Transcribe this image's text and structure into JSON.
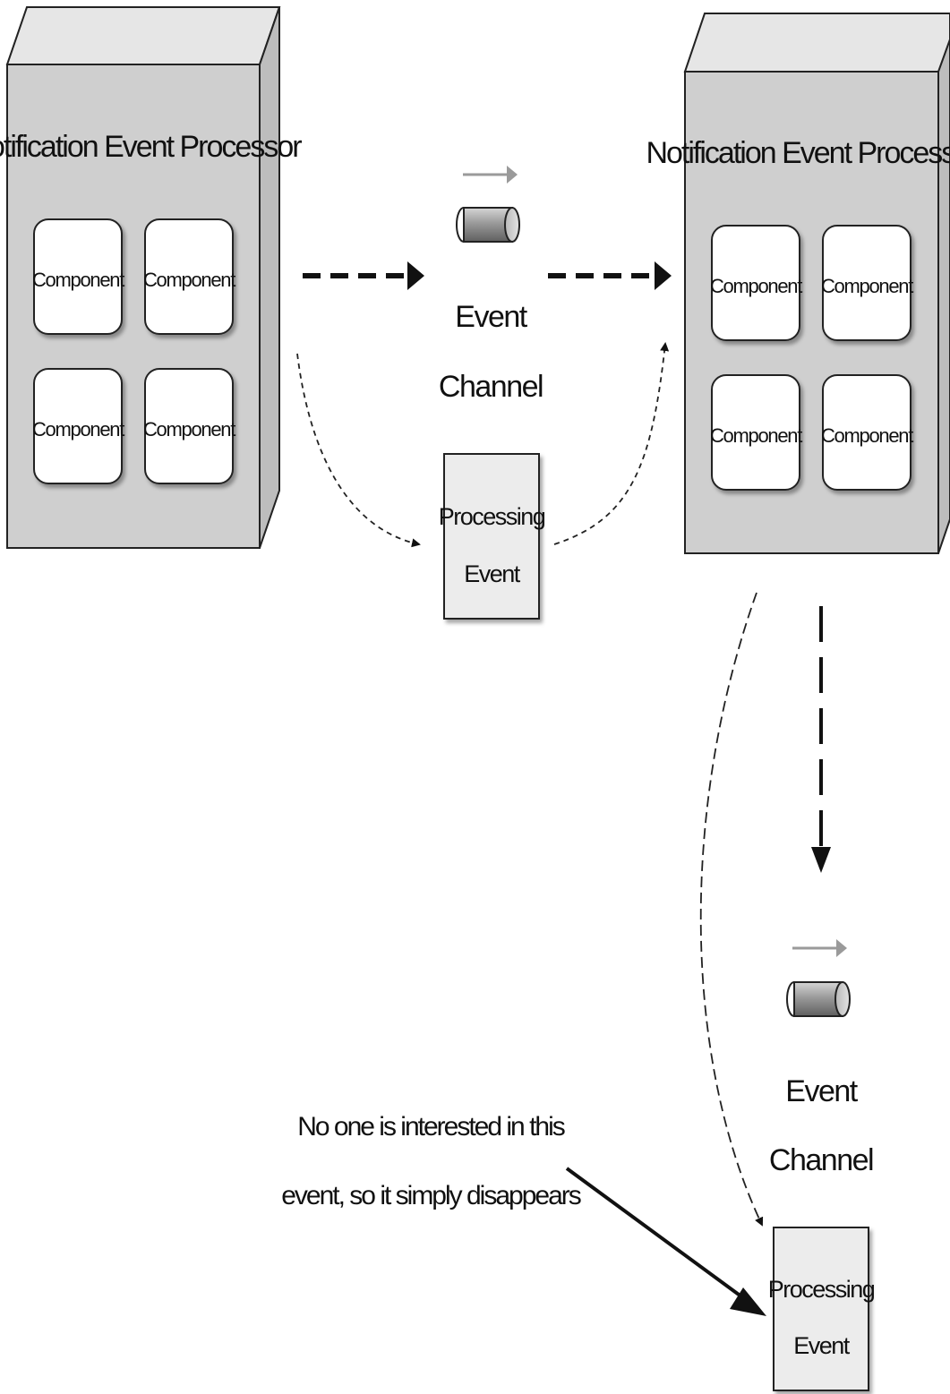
{
  "processors": [
    {
      "title": "Notification Event Processor",
      "components": [
        "Component",
        "Component",
        "Component",
        "Component"
      ]
    },
    {
      "title": "Notification Event Processor",
      "components": [
        "Component",
        "Component",
        "Component",
        "Component"
      ]
    }
  ],
  "channels": [
    {
      "line1": "Event",
      "line2": "Channel"
    },
    {
      "line1": "Event",
      "line2": "Channel"
    }
  ],
  "processing_events": [
    {
      "line1": "Processing",
      "line2": "Event"
    },
    {
      "line1": "Processing",
      "line2": "Event"
    }
  ],
  "annotation": {
    "line1": "No one is interested in this",
    "line2": "event, so it simply disappears"
  },
  "colors": {
    "processor_fill": "#cfcfcf",
    "processor_side": "#bdbdbd",
    "component_fill": "#ffffff",
    "processing_event_fill": "#ececec",
    "channel_cylinder": "#8f8f8f",
    "channel_arrow": "#9a9a9a",
    "stroke": "#222222"
  }
}
